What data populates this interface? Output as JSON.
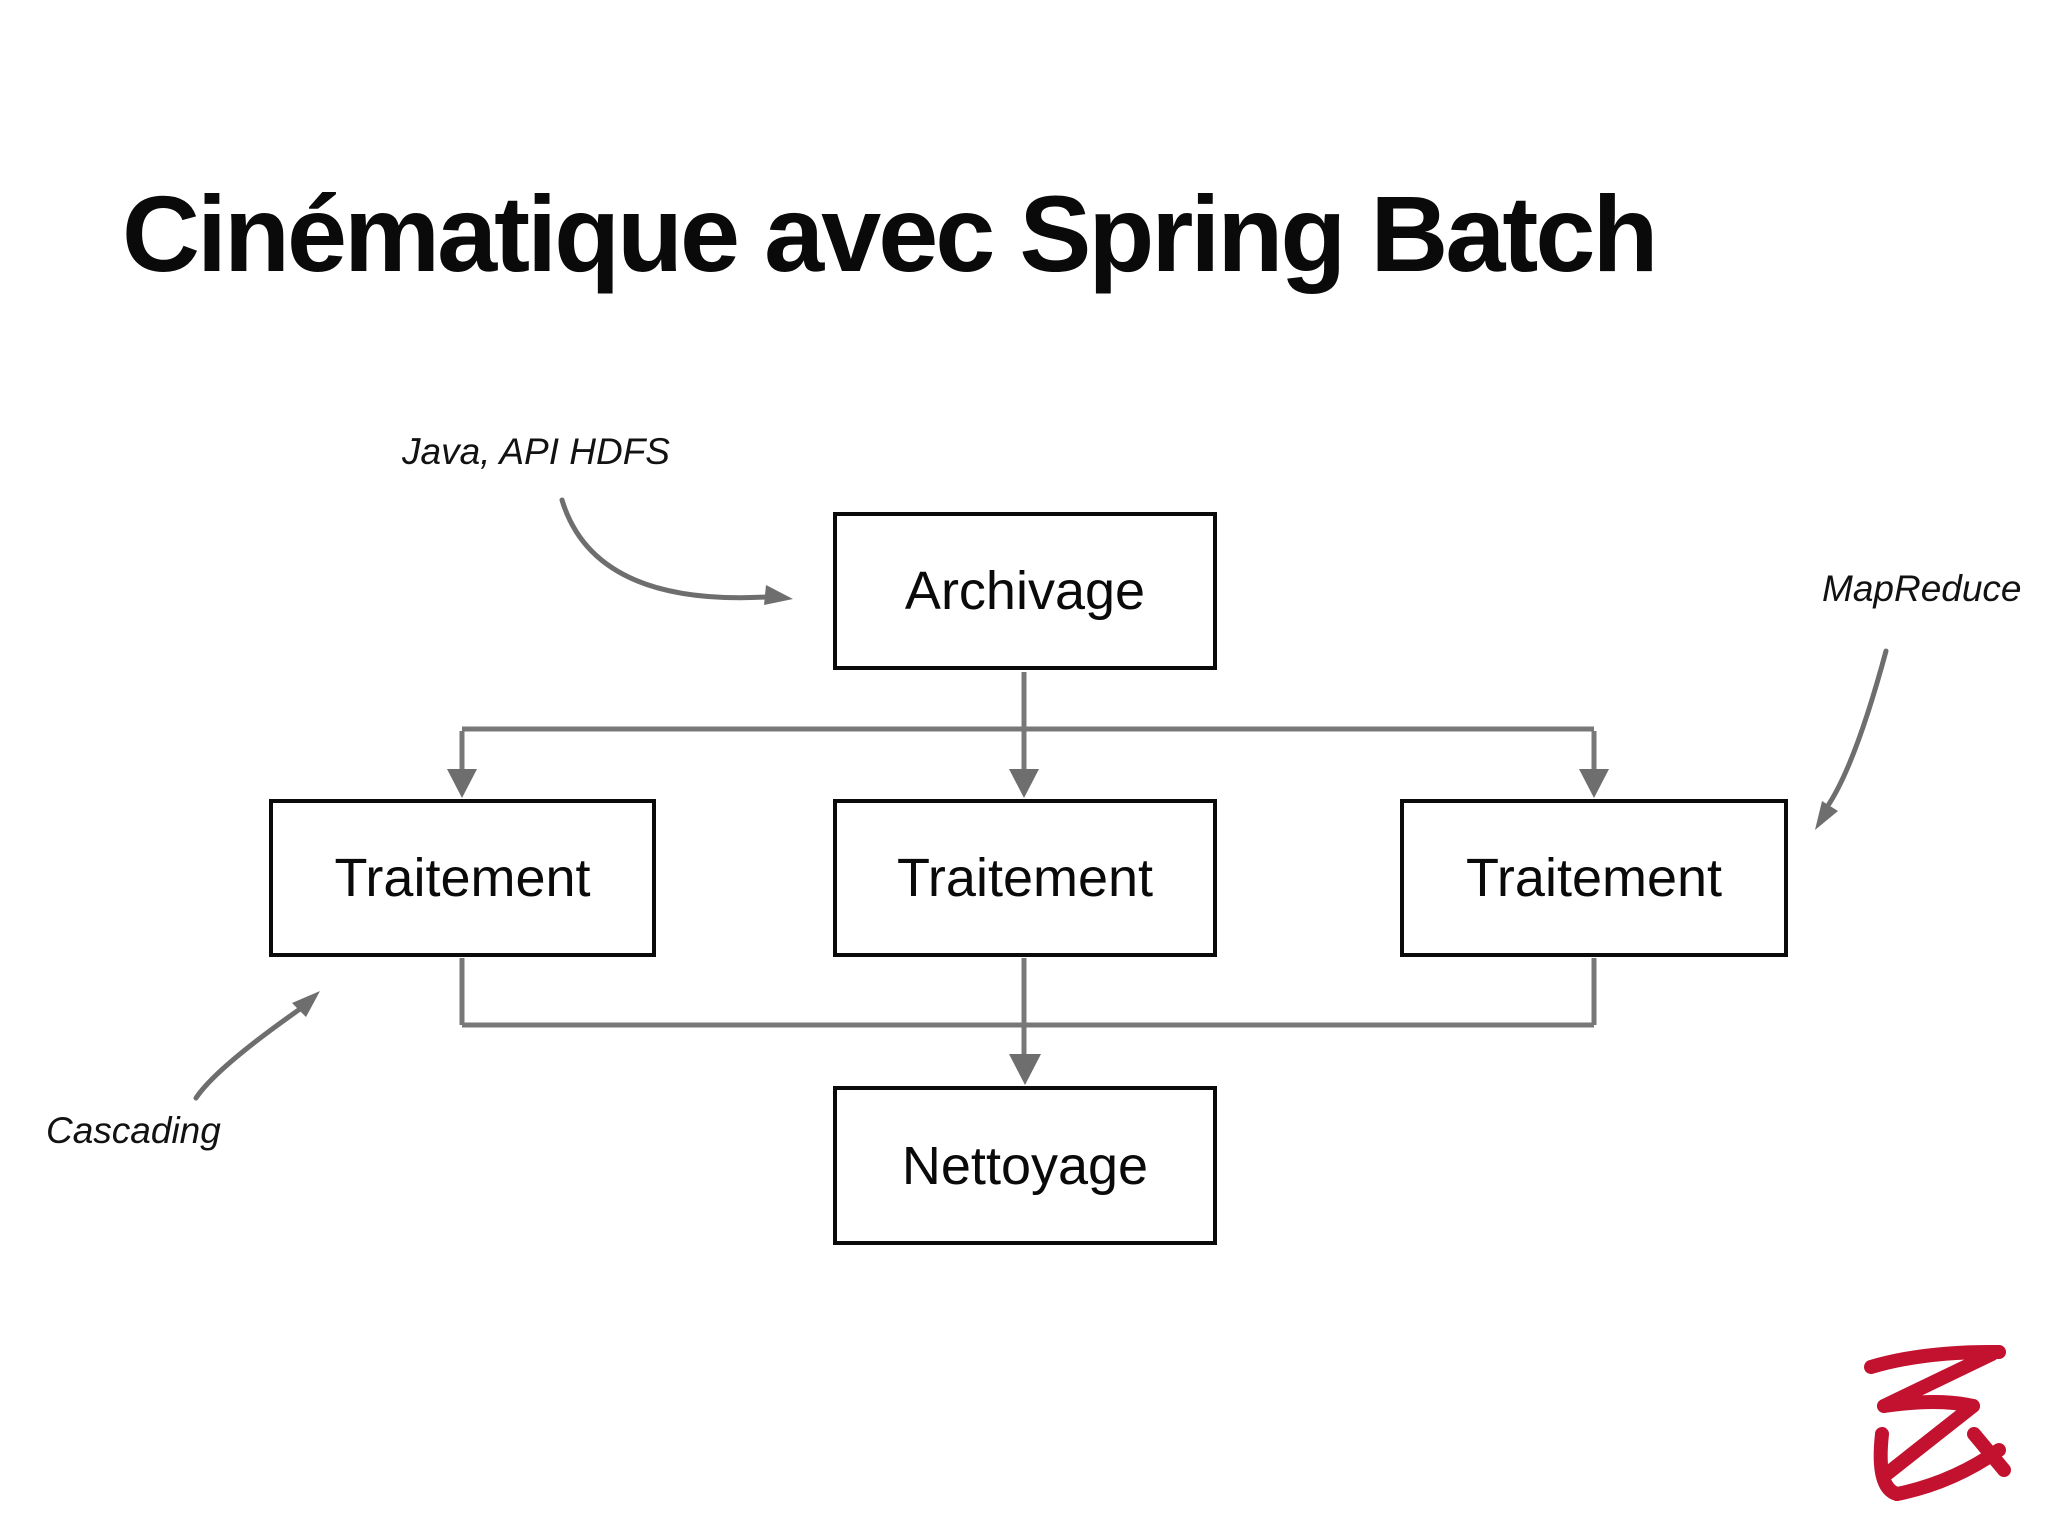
{
  "slide": {
    "title": "Cinématique avec Spring Batch",
    "background_color": "#ffffff",
    "title_color": "#0a0a0a",
    "connector_color": "#787878",
    "arrowhead_color": "#6e6e6e",
    "box_border_color": "#0a0a0a",
    "box_fill_color": "#ffffff",
    "logo_color": "#c2122f",
    "nodes": {
      "archivage": {
        "label": "Archivage"
      },
      "traitement_left": {
        "label": "Traitement"
      },
      "traitement_center": {
        "label": "Traitement"
      },
      "traitement_right": {
        "label": "Traitement"
      },
      "nettoyage": {
        "label": "Nettoyage"
      }
    },
    "edges": [
      {
        "from": "archivage",
        "to": "traitement_left"
      },
      {
        "from": "archivage",
        "to": "traitement_center"
      },
      {
        "from": "archivage",
        "to": "traitement_right"
      },
      {
        "from": "traitement_left",
        "to": "nettoyage"
      },
      {
        "from": "traitement_center",
        "to": "nettoyage"
      },
      {
        "from": "traitement_right",
        "to": "nettoyage"
      }
    ],
    "annotations": {
      "java_hdfs": {
        "label": "Java, API HDFS",
        "points_to": "archivage"
      },
      "mapreduce": {
        "label": "MapReduce",
        "points_to": "traitement_right"
      },
      "cascading": {
        "label": "Cascading",
        "points_to": "traitement_left"
      }
    },
    "logo": {
      "description": "handwritten red signature mark",
      "color": "#c2122f"
    }
  }
}
